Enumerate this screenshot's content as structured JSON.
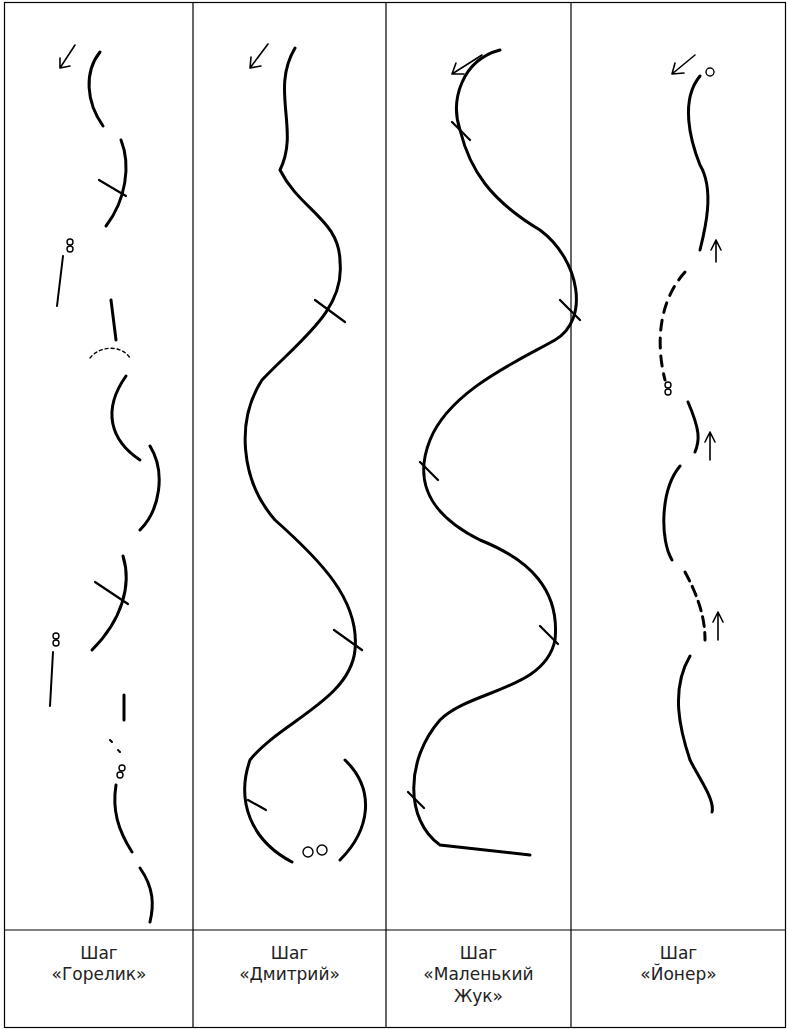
{
  "diagram": {
    "labels": [
      "Шаг «Горелик»",
      "Шаг «Дмитрий»",
      "Шаг «Маленький Жук»",
      "Шаг «Йонер»"
    ]
  }
}
